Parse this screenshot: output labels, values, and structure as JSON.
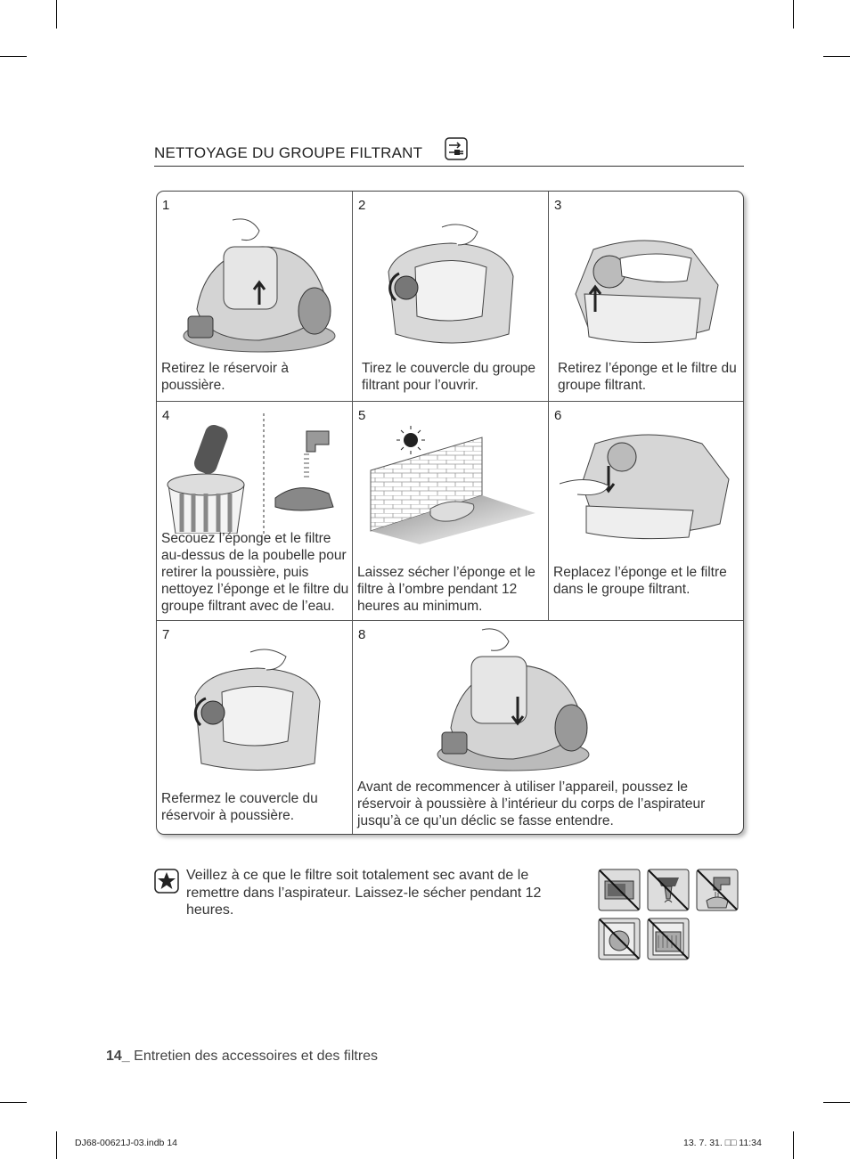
{
  "section": {
    "title": "NETTOYAGE DU GROUPE FILTRANT"
  },
  "steps": [
    {
      "num": "1",
      "caption": "Retirez le réservoir à poussière."
    },
    {
      "num": "2",
      "caption": "Tirez le couvercle du groupe filtrant pour l’ouvrir."
    },
    {
      "num": "3",
      "caption": "Retirez l’éponge et le filtre du groupe filtrant."
    },
    {
      "num": "4",
      "caption": "Secouez l’éponge et le filtre au-dessus de la poubelle pour retirer la poussière, puis nettoyez l’éponge et le filtre du groupe filtrant avec de l’eau."
    },
    {
      "num": "5",
      "caption": "Laissez sécher l’éponge et le filtre à l’ombre pendant 12 heures au minimum."
    },
    {
      "num": "6",
      "caption": "Replacez l’éponge et le filtre dans le groupe filtrant."
    },
    {
      "num": "7",
      "caption": "Refermez le couvercle du réservoir à poussière."
    },
    {
      "num": "8",
      "caption": "Avant de recommencer à utiliser l’appareil, poussez le réservoir à poussière à l’intérieur du corps de l’aspirateur jusqu’à ce qu’un déclic se fasse entendre."
    }
  ],
  "note": {
    "text": "Veillez à ce que le filtre soit totalement sec avant de le remettre dans l’aspirateur. Laissez-le sécher pendant 12 heures."
  },
  "warning_icons": [
    "no-microwave-icon",
    "no-hairdryer-icon",
    "no-tap-water-icon",
    "no-washing-machine-icon",
    "no-dishwasher-icon"
  ],
  "footer": {
    "page": "14_",
    "text": " Entretien des accessoires et des filtres"
  },
  "print_info": {
    "left": "DJ68-00621J-03.indb   14",
    "right": "13. 7. 31.   □□ 11:34"
  }
}
